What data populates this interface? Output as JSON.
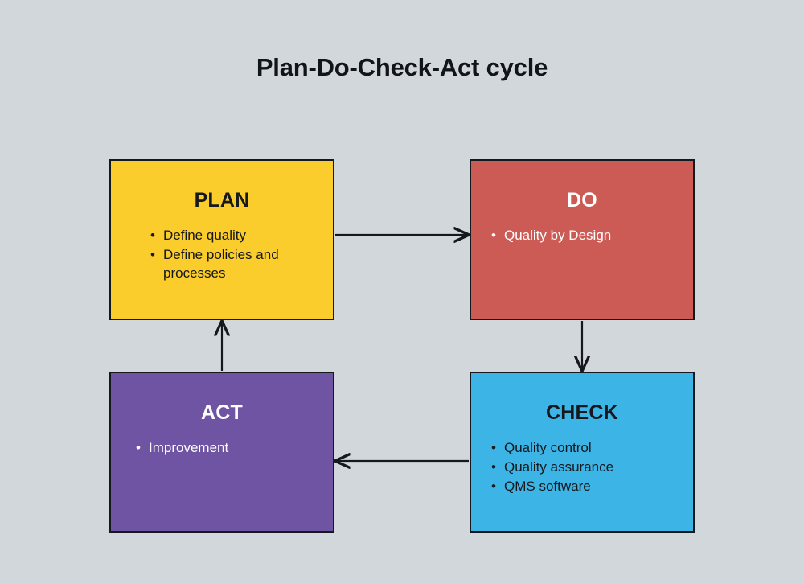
{
  "diagram": {
    "title": "Plan-Do-Check-Act cycle",
    "background_color": "#d2d7db",
    "nodes": [
      {
        "id": "plan",
        "title": "PLAN",
        "fill_color": "#facc2c",
        "text_color": "#15181c",
        "items": [
          "Define quality",
          "Define policies and processes"
        ]
      },
      {
        "id": "do",
        "title": "DO",
        "fill_color": "#cc5b55",
        "text_color": "#ffffff",
        "items": [
          "Quality by Design"
        ]
      },
      {
        "id": "check",
        "title": "CHECK",
        "fill_color": "#3cb4e5",
        "text_color": "#15181c",
        "items": [
          "Quality control",
          "Quality assurance",
          "QMS software"
        ]
      },
      {
        "id": "act",
        "title": "ACT",
        "fill_color": "#6e54a3",
        "text_color": "#ffffff",
        "items": [
          "Improvement"
        ]
      }
    ],
    "bullet_glyph": "•",
    "arrows": [
      {
        "id": "plan-to-do",
        "from": "plan",
        "to": "do",
        "direction": "right"
      },
      {
        "id": "do-to-check",
        "from": "do",
        "to": "check",
        "direction": "down"
      },
      {
        "id": "check-to-act",
        "from": "check",
        "to": "act",
        "direction": "left"
      },
      {
        "id": "act-to-plan",
        "from": "act",
        "to": "plan",
        "direction": "up"
      }
    ],
    "arrow_color": "#15181c"
  }
}
